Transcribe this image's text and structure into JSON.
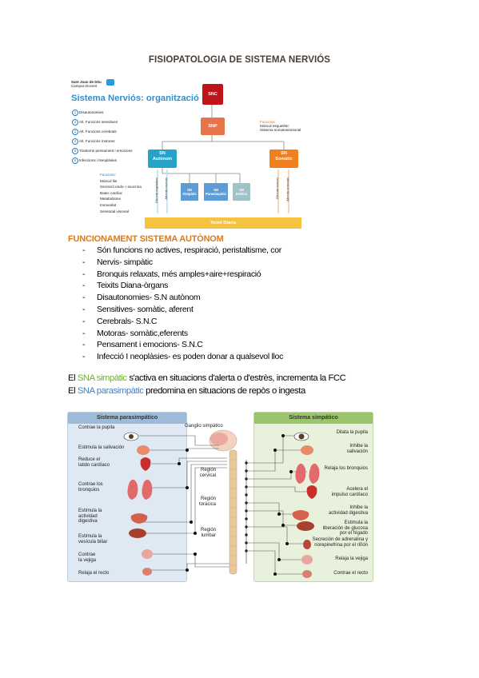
{
  "document": {
    "title": "FISIOPATOLOGIA DE SISTEMA NERVIÓS"
  },
  "slide": {
    "logo_line1": "Sant Joan de Déu",
    "logo_line2": "Campus Docent",
    "title": "Sistema Nerviós: organització",
    "numbered_items": [
      {
        "num": "1",
        "label": "Disautonomies"
      },
      {
        "num": "2",
        "label": "Alt. Funcions sensitives"
      },
      {
        "num": "3",
        "label": "Alt. Funcions cerebrals"
      },
      {
        "num": "4",
        "label": "Alt. Funcions motores"
      },
      {
        "num": "5",
        "label": "Trastorns pensament i emocions"
      },
      {
        "num": "6",
        "label": "Infeccions i Neoplàsies"
      }
    ],
    "snc": "SNC",
    "snp": "SNP",
    "sn_autonom": "SN\nAutònom",
    "sn_somatic": "SN\nSomàtic",
    "sub_boxes": [
      "SN\nSimpàtic",
      "SN\nParasimpàtic",
      "SN\nEntèric"
    ],
    "teixit": "Teixit Diana",
    "funcions_right_title": "Funcions:",
    "funcions_right": [
      "Múscul esquelètic",
      "Sistema somatosensorial"
    ],
    "funcions_left_title": "Funcions:",
    "funcions_left": [
      "Múscul llis",
      "Secreció endo- i exocrina",
      "Batec cardíac",
      "Metabolisme",
      "Immunitat",
      "Sensorial visceral"
    ],
    "arrow_labels": [
      "Eferents vegetatives",
      "Aferents viscerals",
      "Eferents motores",
      "Aferents sensorials"
    ],
    "colors": {
      "snc": "#c0141a",
      "snp": "#e6734a",
      "autonom": "#25a3c9",
      "somatic": "#f07f1e",
      "teixit": "#f5c340",
      "sub": "#5d9bd4"
    }
  },
  "section": {
    "heading": "FUNCIONAMENT SISTEMA AUTÒNOM",
    "bullets": [
      "Són funcions no actives, respiració, peristaltisme, cor",
      "Nervis- simpàtic",
      "Bronquis relaxats, més amples+aire+respiració",
      "Teixits Diana-òrgans",
      "Disautonomies- S.N autònom",
      "Sensitives- somàtic, aferent",
      "Cerebrals- S.N.C",
      "Motoras- somàtic,eferents",
      "Pensament i emocions- S.N.C",
      "Infecció I neoplàsies- es poden donar a qualsevol lloc"
    ],
    "bullet_dash": "-"
  },
  "paragraphs": {
    "p1_prefix": "El ",
    "p1_highlight": "SNA simpàtic",
    "p1_rest": " s'activa en situacions d'alerta o d'estrès, incrementa la FCC",
    "p2_prefix": "El ",
    "p2_highlight": "SNA parasimpàtic",
    "p2_rest": " predomina en situacions de repòs o ingesta"
  },
  "figure": {
    "left_title": "Sistema parasimpático",
    "right_title": "Sistema simpático",
    "ganglio": "Ganglio simpático",
    "regions": [
      "Región\ncervical",
      "Región\ntorácica",
      "Región\nlumbar"
    ],
    "left_labels": [
      "Contrae la pupila",
      "Estimula la salivación",
      "Reduce el\nlatido cardíaco",
      "Contrae los\nbronquios",
      "Estimula la\nactividad\ndigestiva",
      "Estimula la\nvesícula biliar",
      "Contrae\nla vejiga",
      "Relaja el recto"
    ],
    "right_labels": [
      "Dilata la pupila",
      "Inhibe la\nsalivación",
      "Relaja los bronquios",
      "Acelera el\nimpulso cardíaco",
      "Inhibe la\nactividad digestiva",
      "Estimula la\nliberación de glucosa\npor el hígado",
      "Secreción de adrenalina y\nnorepinefrina por el riñón",
      "Relaja la vejiga",
      "Contrae el recto"
    ],
    "colors": {
      "left_panel": "#dfe9f4",
      "left_head": "#9dbbd9",
      "right_panel": "#e8f1dc",
      "right_head": "#9cc56b",
      "spine": "#e9c99b",
      "organ": "#c9302c"
    }
  }
}
